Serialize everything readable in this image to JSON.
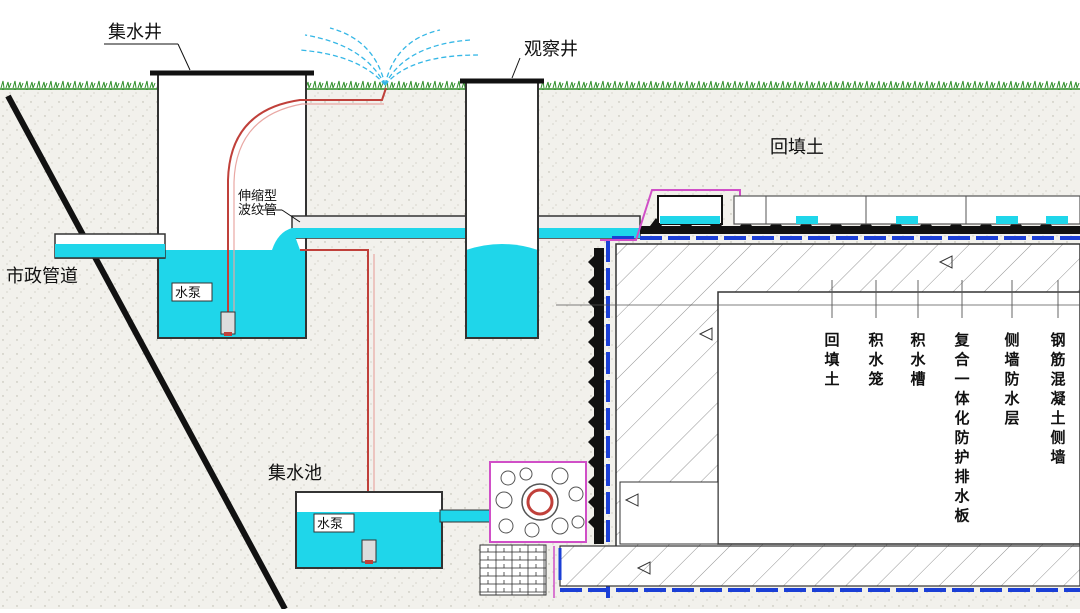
{
  "labels": {
    "collection_well": "集水井",
    "observation_well": "观察井",
    "backfill_soil": "回填土",
    "flexible_pipe_1": "伸缩型",
    "flexible_pipe_2": "波纹管",
    "municipal_pipe": "市政管道",
    "pump_upper": "水泵",
    "pump_lower": "水泵",
    "collection_pool": "集水池"
  },
  "legend_vertical": [
    {
      "name": "backfill",
      "chars": [
        "回",
        "填",
        "土"
      ]
    },
    {
      "name": "water-cage",
      "chars": [
        "积",
        "水",
        "笼"
      ]
    },
    {
      "name": "water-trough",
      "chars": [
        "积",
        "水",
        "槽"
      ]
    },
    {
      "name": "composite-drainage-board",
      "chars": [
        "复",
        "合",
        "一",
        "体",
        "化",
        "防",
        "护",
        "排",
        "水",
        "板"
      ]
    },
    {
      "name": "side-wall-waterproof",
      "chars": [
        "侧",
        "墙",
        "防",
        "水",
        "层"
      ]
    },
    {
      "name": "rc-side-wall",
      "chars": [
        "钢",
        "筋",
        "混",
        "凝",
        "土",
        "侧",
        "墙"
      ]
    }
  ],
  "colors": {
    "water": "#1fd6ea",
    "soil": "#f1f0ea",
    "grass": "#2f8f2a",
    "pipe_red": "#c0403a",
    "membrane_blue": "#1b3fd6",
    "pink": "#d04fc7",
    "black": "#111111"
  }
}
